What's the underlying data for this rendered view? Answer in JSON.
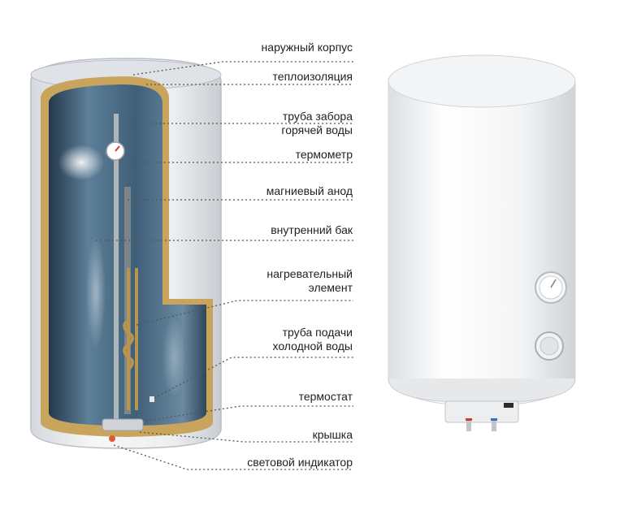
{
  "labels": [
    {
      "id": "outer-casing",
      "lines": [
        "наружный корпус"
      ]
    },
    {
      "id": "insulation",
      "lines": [
        "теплоизоляция"
      ]
    },
    {
      "id": "hot-water-pipe",
      "lines": [
        "труба забора",
        "горячей воды"
      ]
    },
    {
      "id": "thermometer",
      "lines": [
        "термометр"
      ]
    },
    {
      "id": "magnesium-anode",
      "lines": [
        "магниевый анод"
      ]
    },
    {
      "id": "inner-tank",
      "lines": [
        "внутренний бак"
      ]
    },
    {
      "id": "heating-element",
      "lines": [
        "нагревательный",
        "элемент"
      ]
    },
    {
      "id": "cold-water-pipe",
      "lines": [
        "труба подачи",
        "холодной воды"
      ]
    },
    {
      "id": "thermostat",
      "lines": [
        "термостат"
      ]
    },
    {
      "id": "cover",
      "lines": [
        "крышка"
      ]
    },
    {
      "id": "indicator-light",
      "lines": [
        "световой индикатор"
      ]
    }
  ],
  "colors": {
    "casing": "#e9ecef",
    "insulation": "#c9a45c",
    "water": "#3e5f78",
    "leader": "#555555",
    "heater_body": "#f6f7f8",
    "red_pipe": "#d23a2a",
    "blue_pipe": "#3a6fc4"
  }
}
